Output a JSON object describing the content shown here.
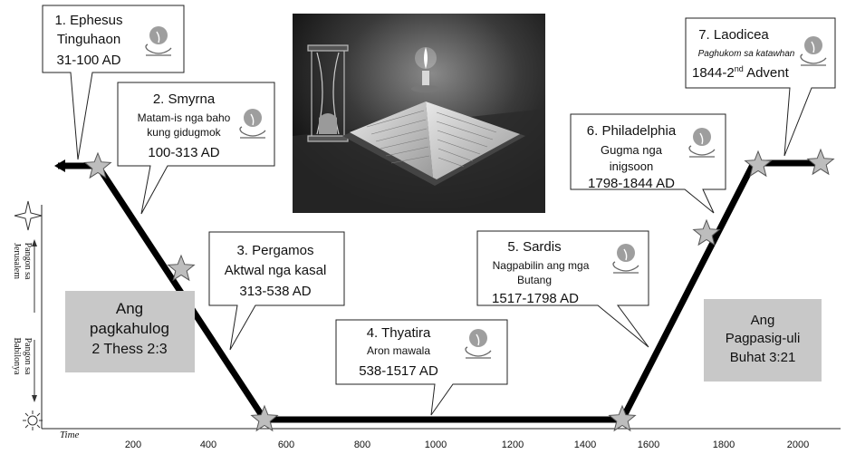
{
  "colors": {
    "line": "#000000",
    "star_fill": "#bdbdbd",
    "side_box": "#c8c8c8",
    "callout_border": "#222222"
  },
  "axis": {
    "time_label": "Time",
    "ticks": [
      "200",
      "400",
      "600",
      "800",
      "1000",
      "1200",
      "1400",
      "1600",
      "1800",
      "2000"
    ]
  },
  "vertical_labels": {
    "top": "Pangon sa Jerusalem",
    "top_lines": [
      "Pangon sa",
      "Jerusalem"
    ],
    "bottom": "Pangon sa Babilonya",
    "bottom_lines": [
      "Pangon sa",
      "Babilonya"
    ]
  },
  "icons": {
    "top_star": "four-point-star-icon",
    "bottom_sun": "sun-icon",
    "lamp": "oil-lamp-icon",
    "milestone": "star-icon",
    "arrow": "left-arrow-icon"
  },
  "side_boxes": {
    "fall": {
      "lines": [
        "Ang",
        "pagkahulog",
        "2 Thess 2:3"
      ]
    },
    "restoration": {
      "lines": [
        "Ang",
        "Pagpasig-uli",
        "Buhat 3:21"
      ]
    }
  },
  "churches": [
    {
      "title": "1. Ephesus",
      "subtitle_lines": [
        "Tinguhaon"
      ],
      "dates": "31-100 AD"
    },
    {
      "title": "2. Smyrna",
      "subtitle_lines": [
        "Matam-is nga baho",
        "kung gidugmok"
      ],
      "dates": "100-313 AD"
    },
    {
      "title": "3. Pergamos",
      "subtitle_lines": [
        "Aktwal nga kasal"
      ],
      "dates": "313-538 AD"
    },
    {
      "title": "4. Thyatira",
      "subtitle_lines": [
        "Aron mawala"
      ],
      "dates": "538-1517 AD"
    },
    {
      "title": "5. Sardis",
      "subtitle_lines": [
        "Nagpabilin ang mga",
        "Butang"
      ],
      "dates": "1517-1798 AD"
    },
    {
      "title": "6. Philadelphia",
      "subtitle_lines": [
        "Gugma nga",
        "inigsoon"
      ],
      "dates": "1798-1844 AD"
    },
    {
      "title": "7. Laodicea",
      "subtitle_lines": [
        "Paghukom sa katawhan"
      ],
      "dates_main": "1844-2",
      "dates_sup": "nd",
      "dates_tail": " Advent"
    }
  ],
  "photo": {
    "alt": "book-hourglass-candle-photo"
  }
}
